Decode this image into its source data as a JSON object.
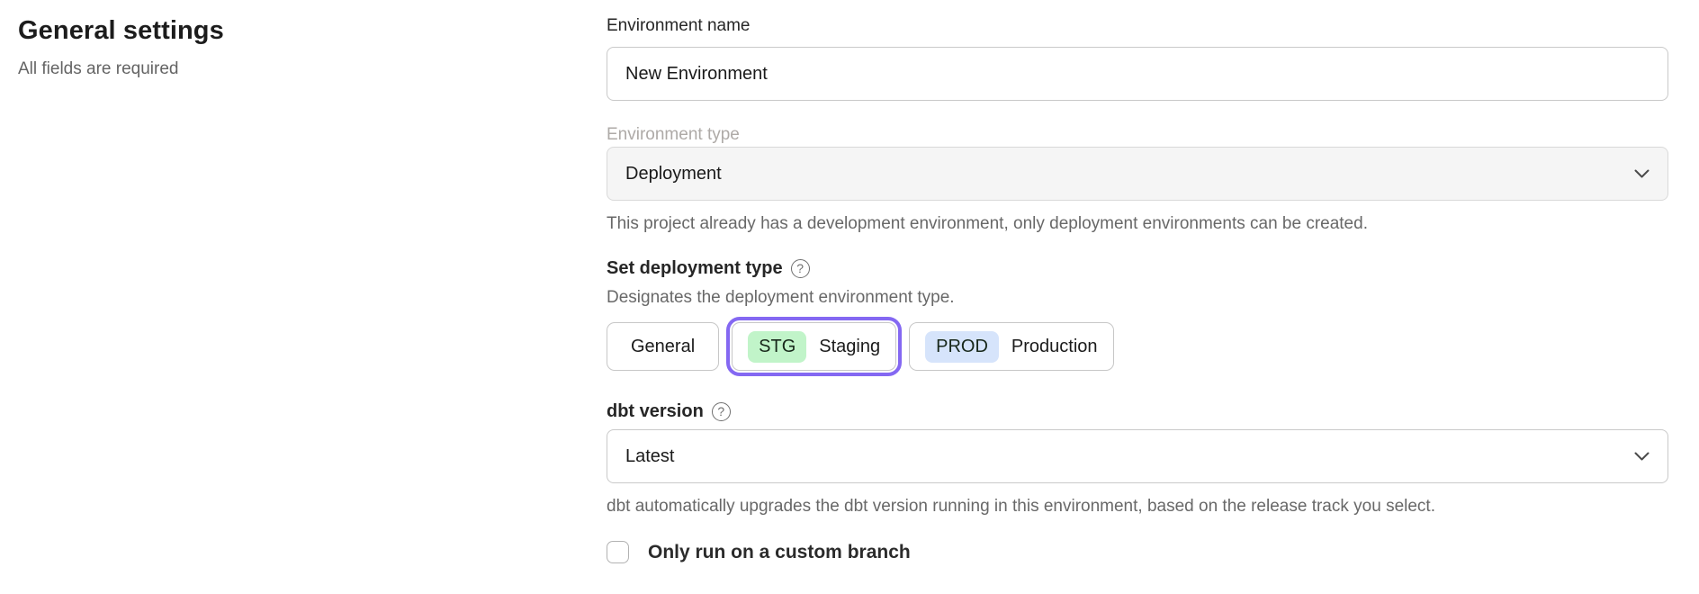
{
  "page": {
    "section_title": "General settings",
    "section_subtitle": "All fields are required"
  },
  "form": {
    "environment_name": {
      "label": "Environment name",
      "value": "New Environment"
    },
    "environment_type": {
      "label": "Environment type",
      "value": "Deployment",
      "disabled": true,
      "helper": "This project already has a development environment, only deployment environments can be created."
    },
    "deployment_type": {
      "label": "Set deployment type",
      "helper": "Designates the deployment environment type.",
      "options": [
        {
          "label": "General",
          "selected": false
        },
        {
          "label": "Staging",
          "badge": "STG",
          "selected": true
        },
        {
          "label": "Production",
          "badge": "PROD",
          "selected": false
        }
      ]
    },
    "dbt_version": {
      "label": "dbt version",
      "value": "Latest",
      "helper": "dbt automatically upgrades the dbt version running in this environment, based on the release track you select."
    },
    "custom_branch": {
      "label": "Only run on a custom branch",
      "checked": false
    }
  },
  "icons": {
    "help_glyph": "?"
  },
  "colors": {
    "selected_outline": "#8468f2",
    "staging_badge_bg": "#c1f4c9",
    "production_badge_bg": "#d6e4fb",
    "disabled_field_bg": "#f5f5f5"
  }
}
